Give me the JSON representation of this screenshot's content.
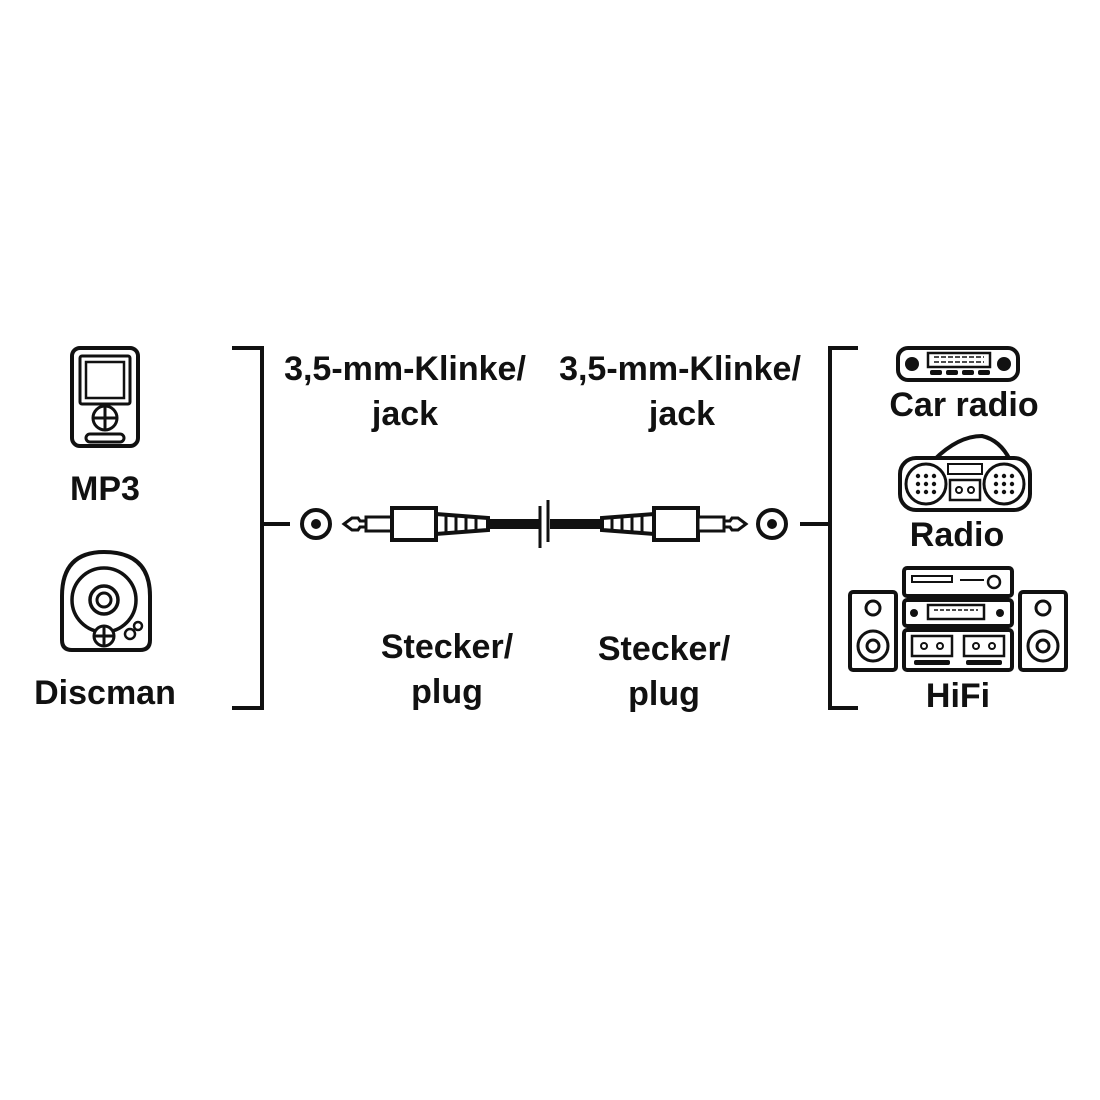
{
  "left_devices": {
    "mp3": {
      "label": "MP3",
      "icon": "mp3-player-icon"
    },
    "discman": {
      "label": "Discman",
      "icon": "discman-icon"
    }
  },
  "right_devices": {
    "car_radio": {
      "label": "Car radio",
      "icon": "car-radio-icon"
    },
    "radio": {
      "label": "Radio",
      "icon": "boombox-icon"
    },
    "hifi": {
      "label": "HiFi",
      "icon": "hifi-system-icon"
    }
  },
  "cable": {
    "left_socket": {
      "line1": "3,5-mm-Klinke/",
      "line2": "jack"
    },
    "right_socket": {
      "line1": "3,5-mm-Klinke/",
      "line2": "jack"
    },
    "left_plug": {
      "line1": "Stecker/",
      "line2": "plug"
    },
    "right_plug": {
      "line1": "Stecker/",
      "line2": "plug"
    }
  },
  "colors": {
    "ink": "#111111",
    "paper": "#ffffff"
  }
}
